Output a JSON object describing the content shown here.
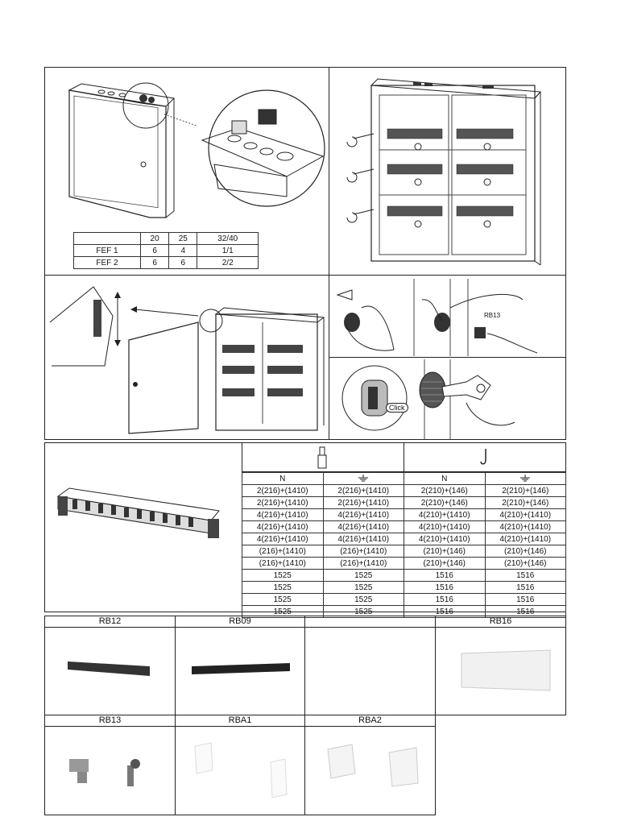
{
  "fef_table": {
    "headers": [
      "",
      "20",
      "25",
      "32/40"
    ],
    "rows": [
      [
        "FEF 1",
        "6",
        "4",
        "1/1"
      ],
      [
        "FEF 2",
        "6",
        "6",
        "2/2"
      ]
    ]
  },
  "rb13_callout": "RB13",
  "click_label": "Click",
  "spec_table": {
    "sub_headers": [
      "N",
      "",
      "N",
      ""
    ],
    "rows": [
      [
        "2(216)+(1410)",
        "2(216)+(1410)",
        "2(210)+(146)",
        "2(210)+(146)"
      ],
      [
        "2(216)+(1410)",
        "2(216)+(1410)",
        "2(210)+(146)",
        "2(210)+(146)"
      ],
      [
        "4(216)+(1410)",
        "4(216)+(1410)",
        "4(210)+(1410)",
        "4(210)+(1410)"
      ],
      [
        "4(216)+(1410)",
        "4(216)+(1410)",
        "4(210)+(1410)",
        "4(210)+(1410)"
      ],
      [
        "4(216)+(1410)",
        "4(216)+(1410)",
        "4(210)+(1410)",
        "4(210)+(1410)"
      ],
      [
        "(216)+(1410)",
        "(216)+(1410)",
        "(210)+(146)",
        "(210)+(146)"
      ],
      [
        "(216)+(1410)",
        "(216)+(1410)",
        "(210)+(146)",
        "(210)+(146)"
      ],
      [
        "1525",
        "1525",
        "1516",
        "1516"
      ],
      [
        "1525",
        "1525",
        "1516",
        "1516"
      ],
      [
        "1525",
        "1525",
        "1516",
        "1516"
      ],
      [
        "1525",
        "1525",
        "1516",
        "1516"
      ]
    ]
  },
  "products": {
    "row1": [
      "RB12",
      "RB09",
      "",
      "RB16"
    ],
    "row2": [
      "RB13",
      "RBA1",
      "RBA2"
    ]
  }
}
